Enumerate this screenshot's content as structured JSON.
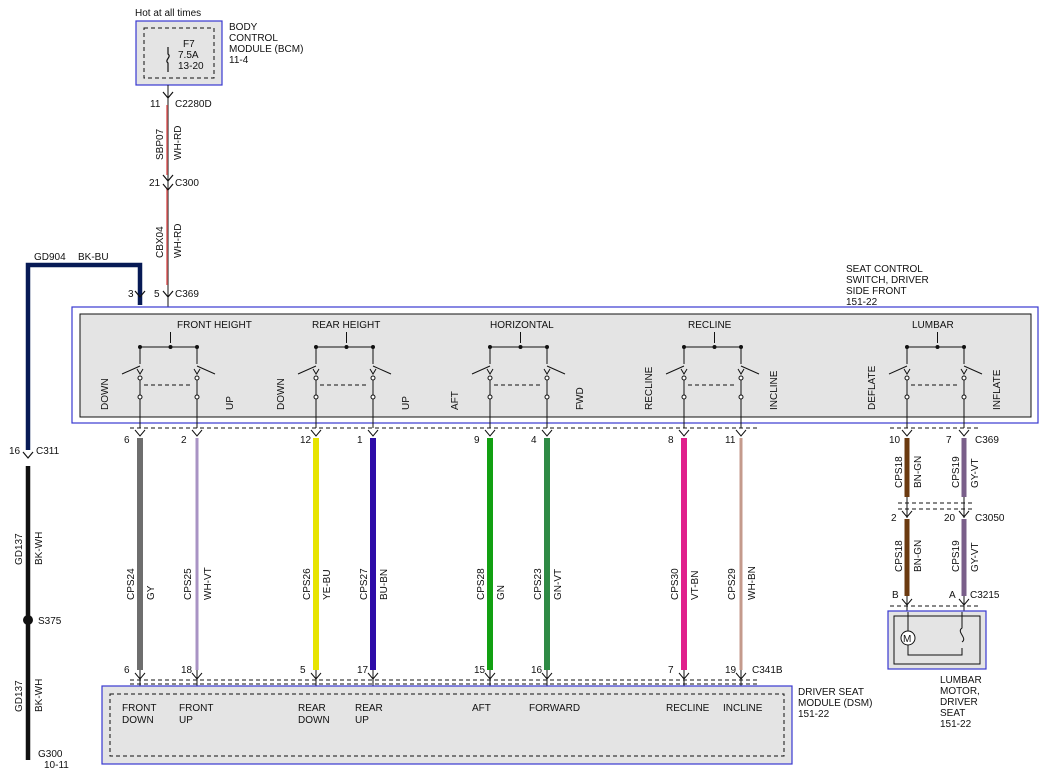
{
  "header": {
    "hot_label": "Hot at all times"
  },
  "bcm": {
    "fuse_name": "F7",
    "fuse_rating": "7.5A",
    "fuse_ref": "13-20",
    "lines": [
      "BODY",
      "CONTROL",
      "MODULE (BCM)",
      "11-4"
    ]
  },
  "top_circuit": {
    "pin_c2280d": "11",
    "conn_c2280d": "C2280D",
    "wire1_circuit": "SBP07",
    "wire1_color": "WH-RD",
    "pin_c300": "21",
    "conn_c300": "C300",
    "wire2_circuit": "CBX04",
    "wire2_color": "WH-RD",
    "pin_ground_c369": "3",
    "pin_power_c369": "5",
    "conn_c369_top": "C369"
  },
  "ground": {
    "circuit_top": "GD904",
    "color_top": "BK-BU",
    "pin_c311": "16",
    "conn_c311": "C311",
    "circuit_mid": "GD137",
    "color_mid": "BK-WH",
    "splice": "S375",
    "circuit_bot": "GD137",
    "color_bot": "BK-WH",
    "ground_name": "G300",
    "ground_ref": "10-11"
  },
  "switch": {
    "lines": [
      "SEAT CONTROL",
      "SWITCH, DRIVER",
      "SIDE FRONT",
      "151-22"
    ],
    "groups": [
      "FRONT HEIGHT",
      "REAR HEIGHT",
      "HORIZONTAL",
      "RECLINE",
      "LUMBAR"
    ],
    "directions": [
      "DOWN",
      "UP",
      "DOWN",
      "UP",
      "AFT",
      "FWD",
      "RECLINE",
      "INCLINE",
      "DEFLATE",
      "INFLATE"
    ]
  },
  "wires": [
    {
      "pin_top": "6",
      "circuit": "CPS24",
      "color": "GY",
      "pin_bottom": "6",
      "dsm_label": [
        "FRONT",
        "DOWN"
      ],
      "hex": "#6e6e6e"
    },
    {
      "pin_top": "2",
      "circuit": "CPS25",
      "color": "WH-VT",
      "pin_bottom": "18",
      "dsm_label": [
        "FRONT",
        "UP"
      ],
      "hex": "#a993c4"
    },
    {
      "pin_top": "12",
      "circuit": "CPS26",
      "color": "YE-BU",
      "pin_bottom": "5",
      "dsm_label": [
        "REAR",
        "DOWN"
      ],
      "hex": "#e7e400"
    },
    {
      "pin_top": "1",
      "circuit": "CPS27",
      "color": "BU-BN",
      "pin_bottom": "17",
      "dsm_label": [
        "REAR",
        "UP"
      ],
      "hex": "#2d0ca8"
    },
    {
      "pin_top": "9",
      "circuit": "CPS28",
      "color": "GN",
      "pin_bottom": "15",
      "dsm_label": [
        "AFT"
      ],
      "hex": "#12a012"
    },
    {
      "pin_top": "4",
      "circuit": "CPS23",
      "color": "GN-VT",
      "pin_bottom": "16",
      "dsm_label": [
        "FORWARD"
      ],
      "hex": "#2f8a45"
    },
    {
      "pin_top": "8",
      "circuit": "CPS30",
      "color": "VT-BN",
      "pin_bottom": "7",
      "dsm_label": [
        "RECLINE"
      ],
      "hex": "#e0208c"
    },
    {
      "pin_top": "11",
      "circuit": "CPS29",
      "color": "WH-BN",
      "pin_bottom": "19",
      "dsm_label": [
        "INCLINE"
      ],
      "hex": "#c49a8c"
    }
  ],
  "conn_c369_bottom": "C369",
  "conn_c341b": "C341B",
  "lumbar_wires": [
    {
      "pin_top": "10",
      "circuit": "CPS18",
      "color": "BN-GN",
      "pin_mid": "2",
      "pin_bottom": "B",
      "hex": "#6b3a10"
    },
    {
      "pin_top": "7",
      "circuit": "CPS19",
      "color": "GY-VT",
      "pin_mid": "20",
      "pin_bottom": "A",
      "hex": "#7a5f8a"
    }
  ],
  "conn_c3050": "C3050",
  "conn_c3215": "C3215",
  "motor": {
    "symbol": "M",
    "lines": [
      "LUMBAR",
      "MOTOR,",
      "DRIVER",
      "SEAT",
      "151-22"
    ]
  },
  "dsm": {
    "lines": [
      "DRIVER SEAT",
      "MODULE (DSM)",
      "151-22"
    ]
  },
  "colors": {
    "module_outline": "#3838d0",
    "module_fill": "#e4e4e4",
    "ground_wire": "#071a55",
    "feed_wire": "#e06060"
  }
}
